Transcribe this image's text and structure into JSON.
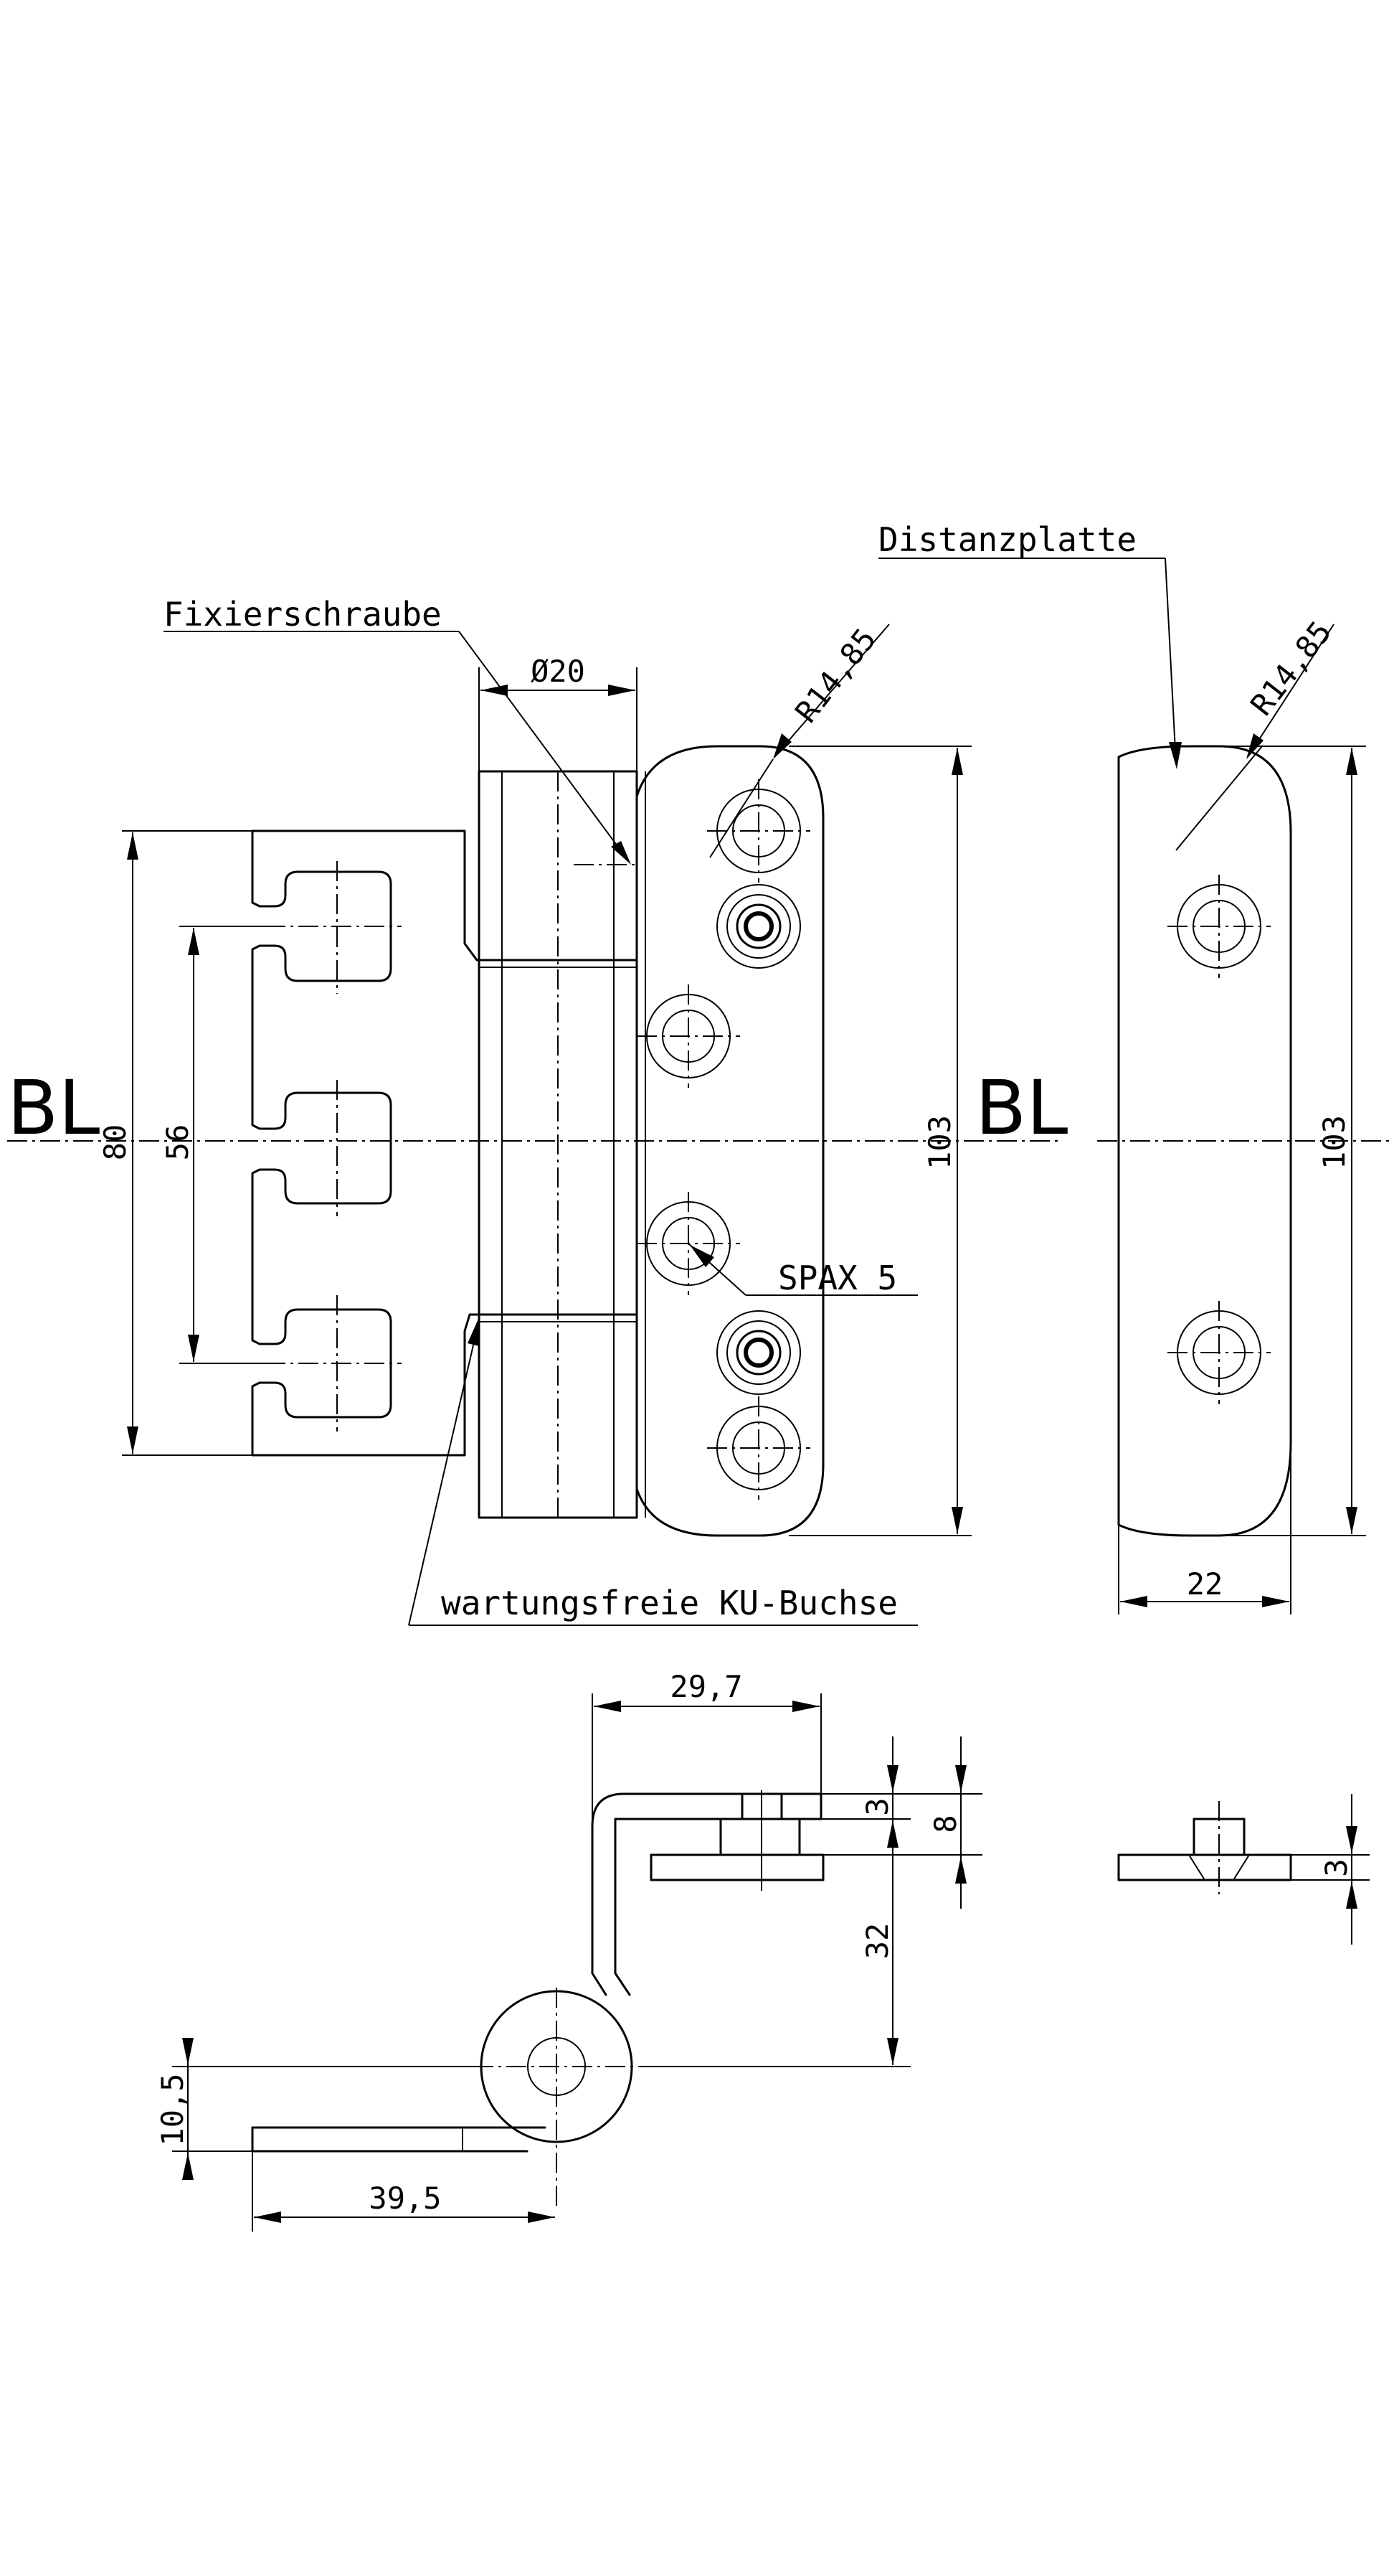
{
  "labels": {
    "fixierschraube": "Fixierschraube",
    "distanzplatte": "Distanzplatte",
    "ku_buchse": "wartungsfreie KU-Buchse",
    "spax": "SPAX 5",
    "bl_left": "BL",
    "bl_right": "BL"
  },
  "dims": {
    "d20": "Ø20",
    "r_left": "R14,85",
    "r_right": "R14,85",
    "h80": "80",
    "h56": "56",
    "h103_left": "103",
    "h103_right": "103",
    "w22": "22",
    "w29_7": "29,7",
    "v3_top": "3",
    "v8": "8",
    "v32": "32",
    "v3_right": "3",
    "v10_5": "10,5",
    "w39_5": "39,5"
  }
}
